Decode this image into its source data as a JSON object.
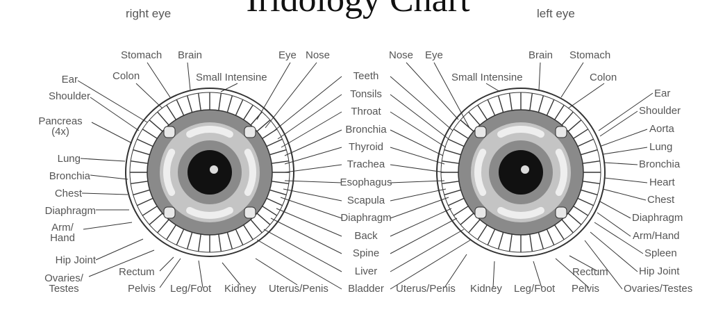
{
  "title": "Iridology Chart",
  "right_eye": {
    "heading": "right eye",
    "labels": {
      "stomach": "Stomach",
      "brain": "Brain",
      "eye": "Eye",
      "nose": "Nose",
      "colon": "Colon",
      "small_intestine": "Small Intensine",
      "ear": "Ear",
      "shoulder": "Shoulder",
      "pancreas": "Pancreas\n(4x)",
      "lung": "Lung",
      "bronchia": "Bronchia",
      "chest": "Chest",
      "diaphragm": "Diaphragm",
      "arm_hand": "Arm/\nHand",
      "hip_joint": "Hip Joint",
      "ovaries": "Ovaries/\nTestes",
      "rectum": "Rectum",
      "pelvis": "Pelvis",
      "leg_foot": "Leg/Foot",
      "kidney": "Kidney",
      "uterus": "Uterus/Penis"
    }
  },
  "center": {
    "labels": [
      "Teeth",
      "Tonsils",
      "Throat",
      "Bronchia",
      "Thyroid",
      "Trachea",
      "Esophagus",
      "Scapula",
      "Diaphragm",
      "Back",
      "Spine",
      "Liver",
      "Bladder"
    ]
  },
  "left_eye": {
    "heading": "left eye",
    "labels": {
      "nose": "Nose",
      "eye": "Eye",
      "brain": "Brain",
      "stomach": "Stomach",
      "small_intestine": "Small Intensine",
      "colon": "Colon",
      "ear": "Ear",
      "shoulder": "Shoulder",
      "aorta": "Aorta",
      "lung": "Lung",
      "bronchia": "Bronchia",
      "heart": "Heart",
      "chest": "Chest",
      "diaphragm": "Diaphragm",
      "arm_hand": "Arm/Hand",
      "spleen": "Spleen",
      "hip_joint": "Hip Joint",
      "ovaries": "Ovaries/Testes",
      "rectum": "Rectum",
      "pelvis": "Pelvis",
      "leg_foot": "Leg/Foot",
      "kidney": "Kidney",
      "uterus": "Uterus/Penis"
    }
  },
  "colors": {
    "text": "#555555",
    "line": "#333333",
    "iris_ring": "#8a8a8a",
    "inner_ring": "#c4c4c4",
    "pupil": "#111111"
  }
}
